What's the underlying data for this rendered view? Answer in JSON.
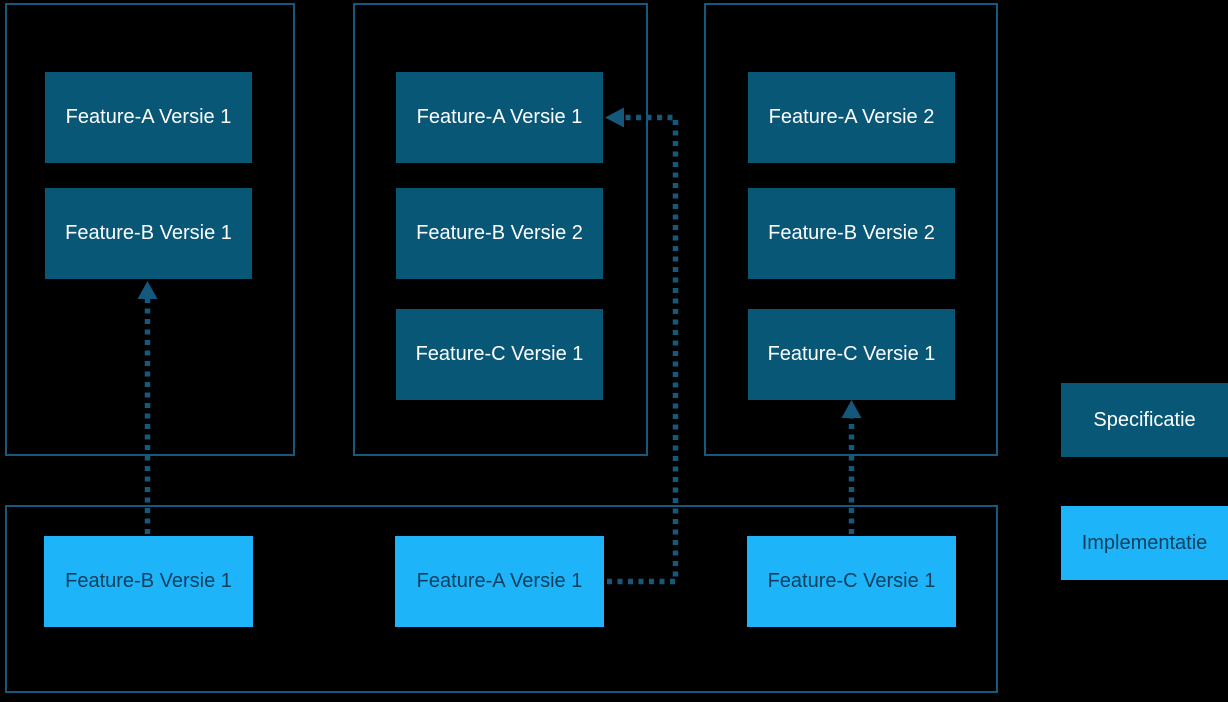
{
  "colors": {
    "background": "#000000",
    "frame_border": "#15597F",
    "specification_fill": "#095777",
    "specification_text": "#FDFDFD",
    "implementation_fill": "#1DB4F9",
    "implementation_text": "#11405E",
    "arrow": "#14587D"
  },
  "spec_columns": [
    {
      "name": "column-1",
      "boxes": [
        {
          "label": "Feature-A Versie 1"
        },
        {
          "label": "Feature-B Versie 1"
        }
      ]
    },
    {
      "name": "column-2",
      "boxes": [
        {
          "label": "Feature-A Versie 1"
        },
        {
          "label": "Feature-B Versie 2"
        },
        {
          "label": "Feature-C Versie 1"
        }
      ]
    },
    {
      "name": "column-3",
      "boxes": [
        {
          "label": "Feature-A Versie 2"
        },
        {
          "label": "Feature-B Versie 2"
        },
        {
          "label": "Feature-C Versie 1"
        }
      ]
    }
  ],
  "implementation_row": {
    "boxes": [
      {
        "label": "Feature-B Versie 1"
      },
      {
        "label": "Feature-A Versie 1"
      },
      {
        "label": "Feature-C Versie 1"
      }
    ]
  },
  "legend": {
    "specification_label": "Specificatie",
    "implementation_label": "Implementatie"
  }
}
